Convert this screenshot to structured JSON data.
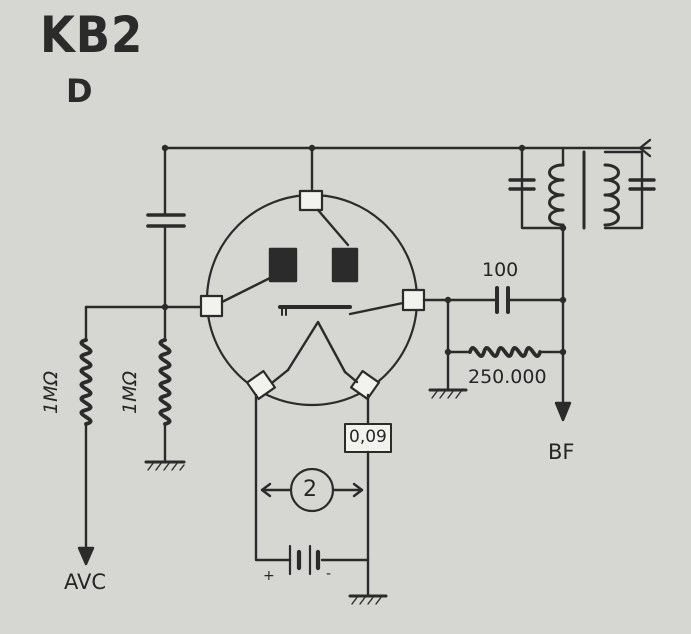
{
  "header": {
    "title": "KB2",
    "subtitle": "D"
  },
  "labels": {
    "resistor_left": "1MΩ",
    "resistor_mid": "1MΩ",
    "capacitor_100": "100",
    "resistor_250000": "250.000",
    "filament_resistor": "0,09",
    "battery_count": "2",
    "battery_plus": "+",
    "battery_minus": "-",
    "output_avc": "AVC",
    "output_bf": "BF"
  },
  "colors": {
    "background": "#d6d6d2",
    "ink": "#2b2b2b",
    "pin_fill": "#f2f2ef"
  },
  "icons": {
    "coupling_capacitor": "capacitor-icon",
    "resistors": "zigzag-resistor-icon",
    "ground": "ground-icon",
    "battery": "battery-icon",
    "transformer": "coil-transformer-icon",
    "valve": "tube-icon"
  }
}
